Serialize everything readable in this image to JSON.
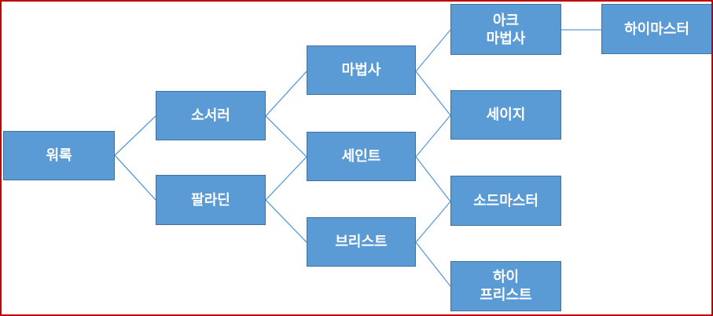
{
  "nodes": {
    "warlock": "워록",
    "sorcerer": "소서러",
    "paladin": "팔라딘",
    "magician": "마법사",
    "saint": "세인트",
    "priest": "브리스트",
    "archmage": "아크\n마법사",
    "sage": "세이지",
    "swordmaster": "소드마스터",
    "highpriest": "하이\n프리스트",
    "highmaster": "하이마스터"
  },
  "colors": {
    "node_fill": "#5b9bd5",
    "node_border": "#41719c",
    "connector": "#5b9bd5",
    "frame": "#c00000"
  }
}
